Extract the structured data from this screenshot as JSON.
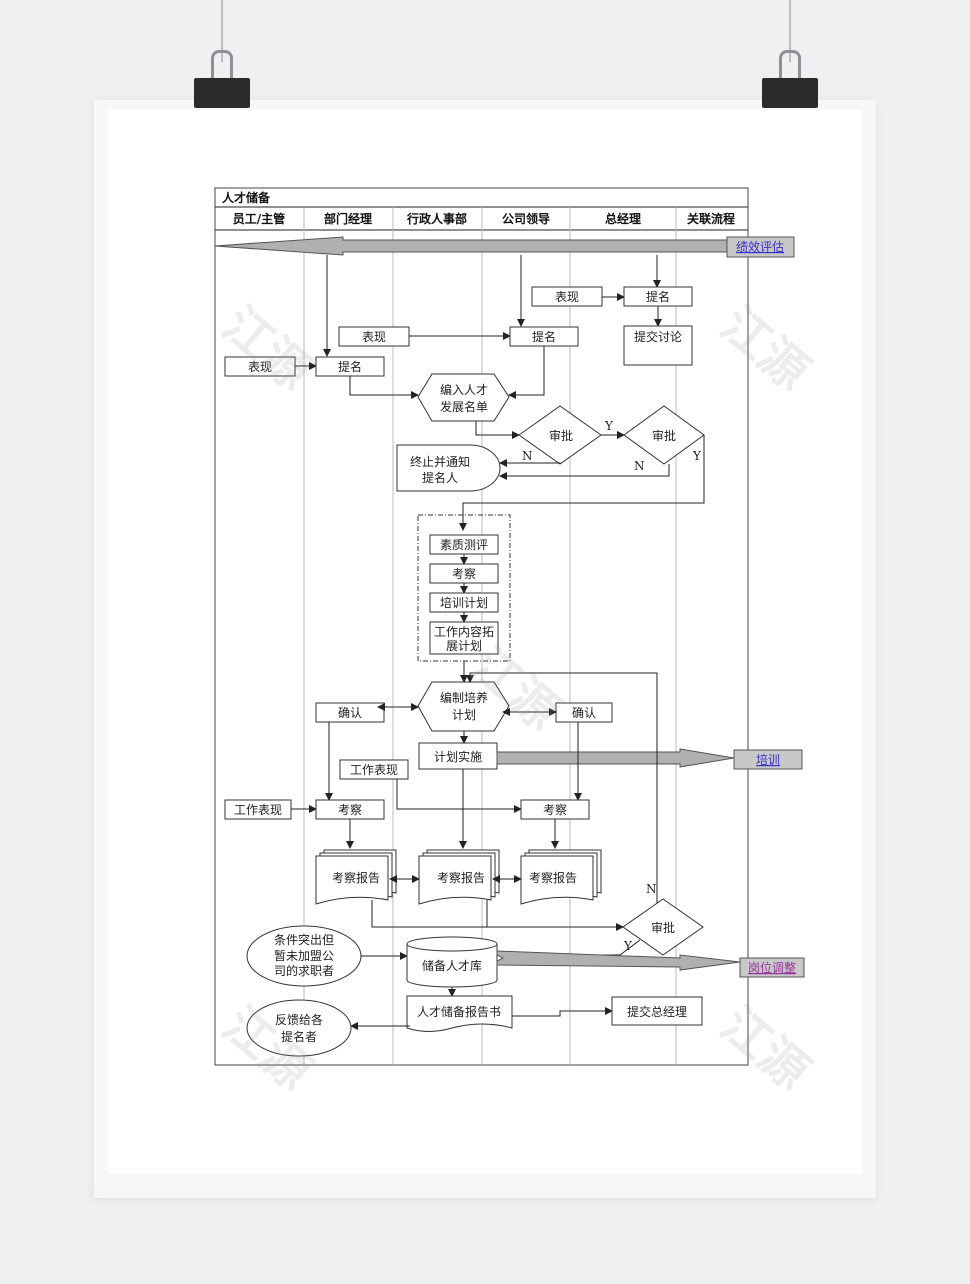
{
  "title": "人才储备",
  "lanes": [
    "员工/主管",
    "部门经理",
    "行政人事部",
    "公司领导",
    "总经理",
    "关联流程"
  ],
  "related": {
    "perf": "绩效评估",
    "train": "培训",
    "post": "岗位调整"
  },
  "nodes": {
    "biaoxian": "表现",
    "timing": "提名",
    "tijiao_taolun": "提交讨论",
    "bianru_1": "编入人才",
    "bianru_2": "发展名单",
    "shenpi": "审批",
    "zhongzhi_1": "终止并通知",
    "zhongzhi_2": "提名人",
    "suzhi": "素质测评",
    "kaocha": "考察",
    "peixun_jihua": "培训计划",
    "tuozhan_1": "工作内容拓",
    "tuozhan_2": "展计划",
    "bianzhi_1": "编制培养",
    "bianzhi_2": "计划",
    "queren": "确认",
    "jihua_shishi": "计划实施",
    "gongzuo_biaoxian": "工作表现",
    "kaocha_baogao": "考察报告",
    "tiaojian_1": "条件突出但",
    "tiaojian_2": "暂未加盟公",
    "tiaojian_3": "司的求职者",
    "chubei_ku": "储备人才库",
    "baogao_shu": "人才储备报告书",
    "tijiao_zjl": "提交总经理",
    "fankui_1": "反馈给各",
    "fankui_2": "提名者"
  },
  "flags": {
    "yes": "Y",
    "no": "N"
  },
  "watermark": "江源"
}
